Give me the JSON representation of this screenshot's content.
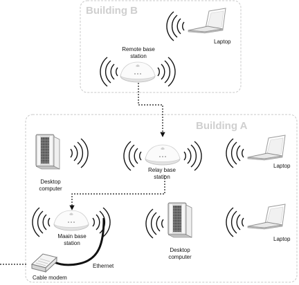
{
  "buildings": {
    "b": {
      "title": "Building B"
    },
    "a": {
      "title": "Building A"
    }
  },
  "devices": {
    "laptop_b": "Laptop",
    "remote_base": [
      "Remote base",
      "station"
    ],
    "desktop_a1": [
      "Desktop",
      "computer"
    ],
    "relay_base": [
      "Relay base",
      "station"
    ],
    "laptop_a1": "Laptop",
    "main_base": [
      "Maain base",
      "station"
    ],
    "desktop_a2": [
      "Desktop",
      "computer"
    ],
    "laptop_a2": "Laptop",
    "cable_modem": "Cable modem",
    "ethernet": "Ethernet"
  },
  "icons": {
    "base_station": "base-station-icon",
    "laptop": "laptop-icon",
    "desktop": "desktop-tower-icon",
    "modem": "cable-modem-icon",
    "wireless": "wireless-waves-icon"
  },
  "colors": {
    "building_border": "#c8c8c8",
    "building_title": "#cfcfcf",
    "line": "#111111"
  }
}
